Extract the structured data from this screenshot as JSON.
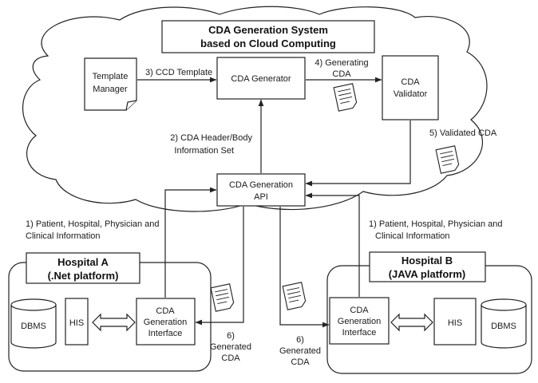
{
  "cloud": {
    "title_line1": "CDA Generation System",
    "title_line2": "based on Cloud Computing"
  },
  "nodes": {
    "template_manager": [
      "Template",
      "Manager"
    ],
    "cda_generator": "CDA Generator",
    "cda_validator": [
      "CDA",
      "Validator"
    ],
    "cda_generation_api": [
      "CDA Generation",
      "API"
    ],
    "hospital_a_title": [
      "Hospital A",
      "(.Net platform)"
    ],
    "hospital_b_title": [
      "Hospital B",
      "(JAVA platform)"
    ],
    "dbms_a": "DBMS",
    "his_a": "HIS",
    "interface_a": [
      "CDA",
      "Generation",
      "Interface"
    ],
    "interface_b": [
      "CDA",
      "Generation",
      "Interface"
    ],
    "his_b": "HIS",
    "dbms_b": "DBMS"
  },
  "edges": {
    "ccd_template": "3) CCD Template",
    "generating_cda": [
      "4) Generating",
      "CDA"
    ],
    "header_body_info": [
      "2) CDA Header/Body",
      "Information Set"
    ],
    "validated_cda": "5) Validated CDA",
    "patient_info_a": [
      "1) Patient, Hospital, Physician and",
      "Clinical Information"
    ],
    "patient_info_b": [
      "1) Patient, Hospital, Physician and",
      "Clinical Information"
    ],
    "generated_cda_a": [
      "6)",
      "Generated",
      "CDA"
    ],
    "generated_cda_b": [
      "6)",
      "Generated",
      "CDA"
    ]
  }
}
